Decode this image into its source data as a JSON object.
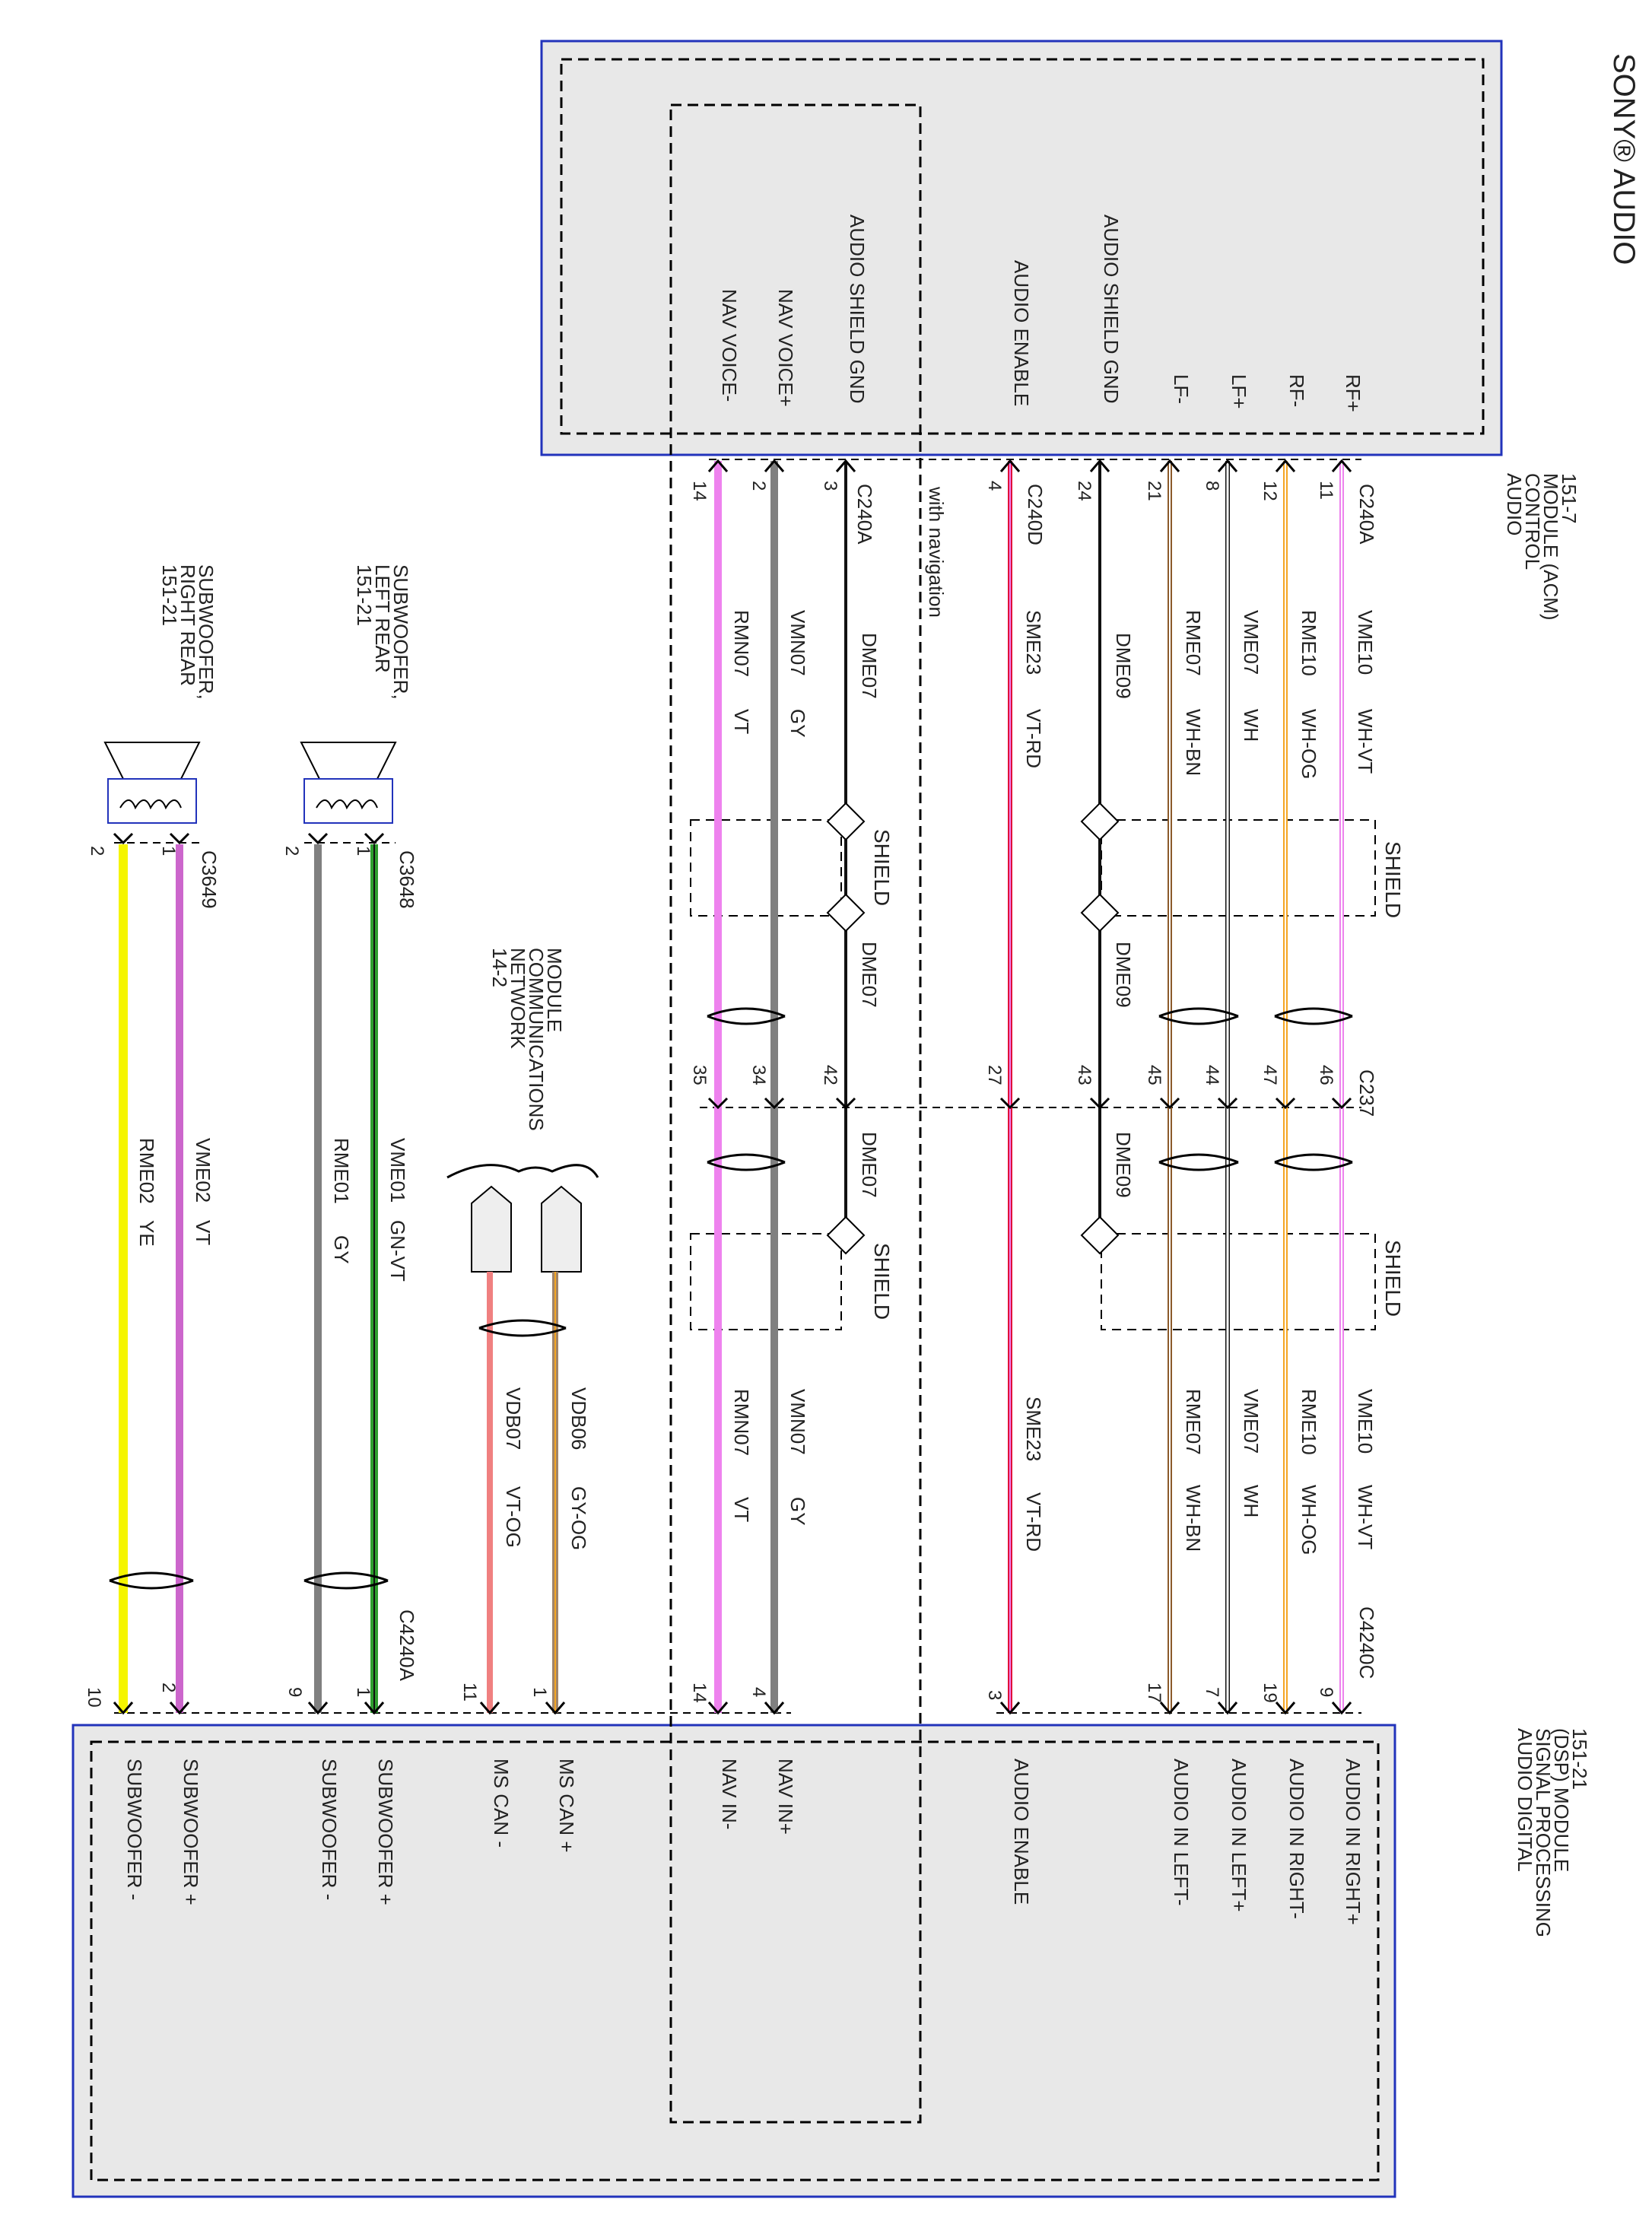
{
  "title": "SONY® AUDIO",
  "acm": {
    "title": [
      "AUDIO",
      "CONTROL",
      "MODULE (ACM)",
      "151-7"
    ],
    "with_navigation": "with navigation"
  },
  "dsp": {
    "title": [
      "AUDIO DIGITAL",
      "SIGNAL PROCESSING",
      "(DSP) MODULE",
      "151-21"
    ]
  },
  "connectors": {
    "c240a_top": "C240A",
    "c240d": "C240D",
    "c240a_nav": "C240A",
    "c237": "C237",
    "c4240c": "C4240C",
    "c4240a": "C4240A",
    "c3648": "C3648",
    "c3649": "C3649"
  },
  "shield_label": "SHIELD",
  "mcn_label": [
    "MODULE",
    "COMMUNICATIONS",
    "NETWORK",
    "14-2"
  ],
  "speakers": {
    "left": [
      "SUBWOOFER,",
      "LEFT REAR",
      "151-21"
    ],
    "right": [
      "SUBWOOFER,",
      "RIGHT REAR",
      "151-21"
    ]
  },
  "colors": {
    "box_border": "#2233bb",
    "box_fill": "#e8e8e8",
    "violet": "#ee82ee",
    "white": "#ffffff",
    "orange": "#f5a623",
    "brown": "#8b5a2b",
    "black": "#111111",
    "gray": "#808080",
    "red": "#e0103a",
    "yellow": "#f5f500",
    "green": "#2e9e2e",
    "salmon": "#f08080"
  },
  "wires": [
    {
      "id": "rfp",
      "top_label": "RF+",
      "acm_pin": "11",
      "circuit": "VME10",
      "color_code": "WH-VT",
      "c237_pin": "46",
      "dsp_pin": "9",
      "bottom_label": "AUDIO IN RIGHT+"
    },
    {
      "id": "rfm",
      "top_label": "RF-",
      "acm_pin": "12",
      "circuit": "RME10",
      "color_code": "WH-OG",
      "c237_pin": "47",
      "dsp_pin": "19",
      "bottom_label": "AUDIO IN RIGHT-"
    },
    {
      "id": "lfp",
      "top_label": "LF+",
      "acm_pin": "8",
      "circuit": "VME07",
      "color_code": "WH",
      "c237_pin": "44",
      "dsp_pin": "7",
      "bottom_label": "AUDIO IN LEFT+"
    },
    {
      "id": "lfm",
      "top_label": "LF-",
      "acm_pin": "21",
      "circuit": "RME07",
      "color_code": "WH-BN",
      "c237_pin": "45",
      "dsp_pin": "17",
      "bottom_label": "AUDIO IN LEFT-"
    },
    {
      "id": "shg1",
      "top_label": "AUDIO SHIELD GND",
      "acm_pin": "24",
      "circuit": "DME09",
      "c237_pin": "43"
    },
    {
      "id": "aen",
      "top_label": "AUDIO ENABLE",
      "acm_pin": "4",
      "circuit": "SME23",
      "color_code": "VT-RD",
      "c237_pin": "27",
      "dsp_pin": "3",
      "bottom_label": "AUDIO ENABLE"
    },
    {
      "id": "shg2",
      "top_label": "AUDIO SHIELD GND",
      "acm_pin": "3",
      "circuit": "DME07",
      "c237_pin": "42"
    },
    {
      "id": "navp",
      "top_label": "NAV VOICE+",
      "acm_pin": "2",
      "circuit": "VMN07",
      "color_code": "GY",
      "c237_pin": "34",
      "dsp_pin": "4",
      "bottom_label": "NAV IN+"
    },
    {
      "id": "navm",
      "top_label": "NAV VOICE-",
      "acm_pin": "14",
      "circuit": "RMN07",
      "color_code": "VT",
      "c237_pin": "35",
      "dsp_pin": "14",
      "bottom_label": "NAV IN-"
    },
    {
      "id": "mscp",
      "circuit": "VDB06",
      "color_code": "GY-OG",
      "dsp_pin": "1",
      "bottom_label": "MS CAN +"
    },
    {
      "id": "mscm",
      "circuit": "VDB07",
      "color_code": "VT-OG",
      "dsp_pin": "11",
      "bottom_label": "MS CAN -"
    },
    {
      "id": "swlp",
      "circuit": "VME01",
      "color_code": "GN-VT",
      "spk_pin": "1",
      "dsp_pin": "1",
      "bottom_label": "SUBWOOFER +"
    },
    {
      "id": "swlm",
      "circuit": "RME01",
      "color_code": "GY",
      "spk_pin": "2",
      "dsp_pin": "9",
      "bottom_label": "SUBWOOFER -"
    },
    {
      "id": "swrp",
      "circuit": "VME02",
      "color_code": "VT",
      "spk_pin": "1",
      "dsp_pin": "2",
      "bottom_label": "SUBWOOFER +"
    },
    {
      "id": "swrm",
      "circuit": "RME02",
      "color_code": "YE",
      "spk_pin": "2",
      "dsp_pin": "10",
      "bottom_label": "SUBWOOFER -"
    }
  ]
}
